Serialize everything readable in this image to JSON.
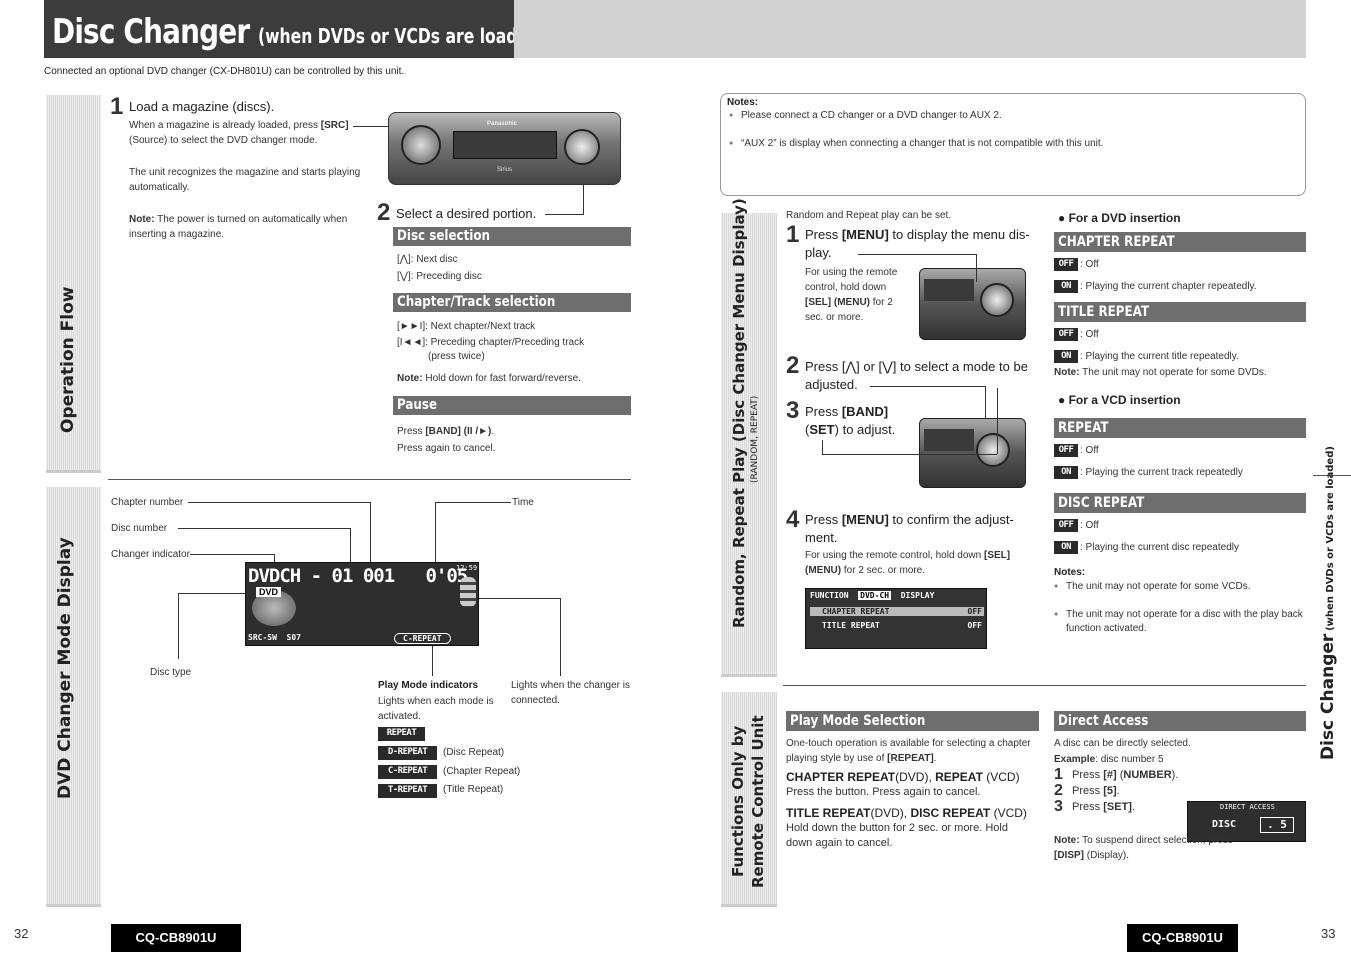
{
  "header": {
    "title": "Disc Changer",
    "title_sub": "(when DVDs or VCDs are loaded)",
    "subtitle": "Connected an optional DVD changer (CX-DH801U) can be controlled by this unit."
  },
  "tabs": {
    "operation_flow": "Operation Flow",
    "dvd_display": "DVD Changer Mode Display",
    "random_repeat": "Random, Repeat Play (Disc Changer Menu Display)",
    "random_repeat_sub": "(RANDOM, REPEAT)",
    "remote_line1": "Functions Only by",
    "remote_line2": "Remote Control Unit",
    "side_title": "Disc Changer",
    "side_sub": "(when DVDs or VCDs are loaded)"
  },
  "flow": {
    "step1_num": "1",
    "step1_title": "Load a magazine (discs).",
    "step1_p1a": "When a magazine is already loaded, press ",
    "step1_p1b": "[SRC]",
    "step1_p1c": "(Source) to select the DVD changer mode.",
    "step1_p2": "The unit recognizes the magazine and starts playing automatically.",
    "step1_note_label": "Note:",
    "step1_note": " The power is turned on automatically when inserting a magazine.",
    "step2_num": "2",
    "step2_title": "Select a desired portion.",
    "disc_sel_bar": "Disc selection",
    "disc_next": "[⋀]: Next disc",
    "disc_prev": "[⋁]: Preceding disc",
    "chapter_bar": "Chapter/Track selection",
    "chapter_next": "[►►I]: Next chapter/Next track",
    "chapter_prev": "[I◄◄]: Preceding chapter/Preceding track",
    "chapter_prev2": "(press twice)",
    "chapter_note_label": "Note:",
    "chapter_note": " Hold down for fast forward/reverse.",
    "pause_bar": "Pause",
    "pause_p1a": "Press ",
    "pause_p1b": "[BAND] (II /►)",
    "pause_p1c": ".",
    "pause_p2": "Press again to cancel."
  },
  "display": {
    "chapter_number": "Chapter number",
    "disc_number": "Disc number",
    "changer_indicator": "Changer indicator",
    "time": "Time",
    "disc_type": "Disc type",
    "lcd_main": "DVDCH - 01 001   0'05",
    "lcd_clock": "12:59",
    "lcd_dvd": "DVD",
    "lcd_bottom_left": "SRC-SW  S07",
    "lcd_repeat": "C-REPEAT",
    "play_mode_title": "Play Mode indicators",
    "play_mode_text": "Lights when each mode is activated.",
    "changer_lights": "Lights when the changer is connected.",
    "ind_repeat": "REPEAT",
    "ind_d": "D-REPEAT",
    "ind_d_label": "(Disc Repeat)",
    "ind_c": "C-REPEAT",
    "ind_c_label": "(Chapter Repeat)",
    "ind_t": "T-REPEAT",
    "ind_t_label": "(Title Repeat)"
  },
  "notes": {
    "label": "Notes:",
    "n1": "Please connect a CD changer or a DVD changer to AUX 2.",
    "n2": "“AUX 2” is display when connecting a changer that is not compatible with this unit."
  },
  "random": {
    "intro": "Random and Repeat play can be set.",
    "s1_num": "1",
    "s1_a": "Press ",
    "s1_b": "[MENU]",
    "s1_c": " to display the menu dis-",
    "s1_d": "play.",
    "s1_remote_a": "For using the remote control, hold down ",
    "s1_remote_b": "[SEL] (MENU)",
    "s1_remote_c": " for 2 sec. or more.",
    "s2_num": "2",
    "s2_a": "Press [⋀] or [⋁] to select a mode to be",
    "s2_b": "adjusted.",
    "s3_num": "3",
    "s3_a": "Press ",
    "s3_b": "[BAND]",
    "s3_c": "(",
    "s3_d": "SET",
    "s3_e": ") to adjust.",
    "s4_num": "4",
    "s4_a": "Press ",
    "s4_b": "[MENU]",
    "s4_c": " to confirm the adjust-",
    "s4_d": "ment.",
    "s4_remote_a": "For using the remote control, hold down ",
    "s4_remote_b": "[SEL] (MENU)",
    "s4_remote_c": " for 2 sec. or more.",
    "menu_l1a": "FUNCTION",
    "menu_l1b": "DVD-CH",
    "menu_l1c": "DISPLAY",
    "menu_l2a": "CHAPTER REPEAT",
    "menu_l2b": "OFF",
    "menu_l3a": "TITLE REPEAT",
    "menu_l3b": "OFF"
  },
  "repeat": {
    "dvd_head": "● For a DVD insertion",
    "chapter_bar": "CHAPTER REPEAT",
    "off": "OFF",
    "on": "ON",
    "off_text": ": Off",
    "chapter_on": ": Playing the current chapter repeatedly.",
    "title_bar": "TITLE REPEAT",
    "title_on": ": Playing the current title repeatedly.",
    "title_note_label": "Note:",
    "title_note": " The unit may not operate for some DVDs.",
    "vcd_head": "● For a VCD insertion",
    "repeat_bar": "REPEAT",
    "repeat_on": ": Playing the current track repeatedly",
    "disc_bar": "DISC REPEAT",
    "disc_on": ": Playing the current disc repeatedly",
    "notes_label": "Notes:",
    "n1": "The unit may not operate for some VCDs.",
    "n2": "The unit may not operate for a disc with the play back function activated."
  },
  "playmode": {
    "bar": "Play Mode Selection",
    "intro_a": "One-touch operation is available for selecting a chapter playing style by use of ",
    "intro_b": "[REPEAT]",
    "intro_c": ".",
    "l1_a": "CHAPTER REPEAT",
    "l1_b": "(DVD), ",
    "l1_c": "REPEAT",
    "l1_d": " (VCD)",
    "l1_desc": "Press the button. Press again to cancel.",
    "l2_a": "TITLE REPEAT",
    "l2_b": "(DVD), ",
    "l2_c": "DISC REPEAT",
    "l2_d": " (VCD)",
    "l2_desc": "Hold down the button for 2 sec. or more. Hold down again to cancel."
  },
  "direct": {
    "bar": "Direct Access",
    "intro": "A disc can be directly selected.",
    "ex_label": "Example",
    "ex_text": ": disc number 5",
    "s1_num": "1",
    "s1_a": "Press ",
    "s1_b": "[#]",
    "s1_c": " (",
    "s1_d": "NUMBER",
    "s1_e": ").",
    "s2_num": "2",
    "s2_a": "Press ",
    "s2_b": "[5]",
    "s2_c": ".",
    "s3_num": "3",
    "s3_a": "Press ",
    "s3_b": "[SET]",
    "s3_c": ".",
    "lcd_top": "DIRECT ACCESS",
    "lcd_disc": "DISC",
    "lcd_val": ". 5",
    "note_label": "Note:",
    "note_a": " To suspend direct selection, press ",
    "note_b": "[DISP]",
    "note_c": " (Display)."
  },
  "footer": {
    "page_left": "32",
    "page_right": "33",
    "model": "CQ-CB8901U"
  },
  "device": {
    "brand": "Panasonic",
    "sirius": "Sirius"
  }
}
